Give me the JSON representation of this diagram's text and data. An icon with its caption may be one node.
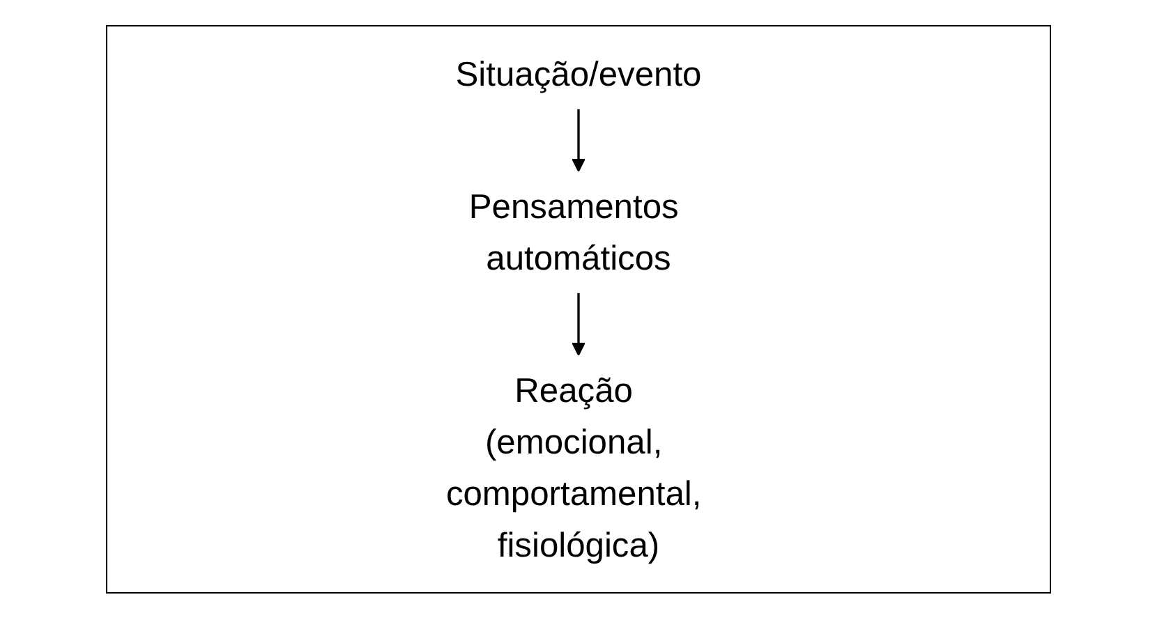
{
  "diagram": {
    "nodes": [
      {
        "text": [
          "Situação/evento"
        ]
      },
      {
        "text": [
          "Pensamentos automáticos"
        ]
      },
      {
        "text": [
          "Reação (emocional, comportamental, fisiológica)"
        ]
      }
    ],
    "edges": [
      {
        "from": 0,
        "to": 1,
        "arrow": "to"
      },
      {
        "from": 1,
        "to": 2,
        "arrow": "to"
      }
    ]
  }
}
